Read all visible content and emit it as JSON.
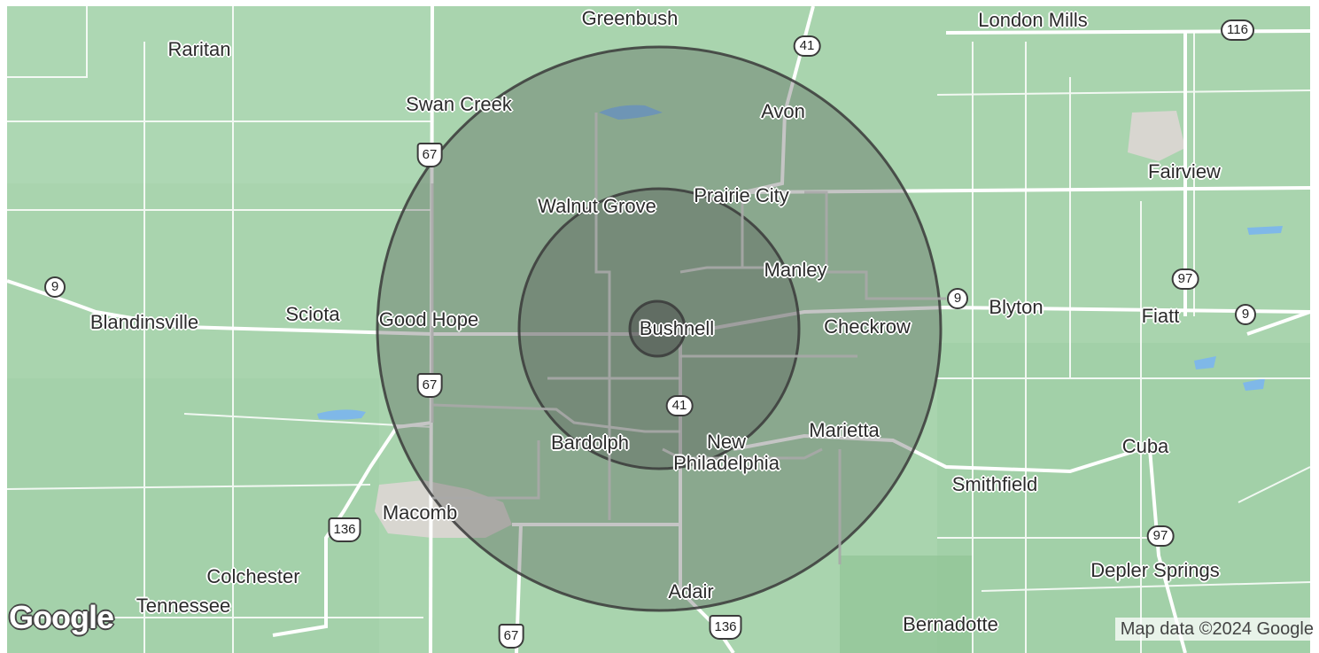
{
  "map": {
    "colors": {
      "land": "#a9d4ae",
      "road": "#ffffff",
      "water": "#7fb8e8",
      "urban": "#d8d6d0",
      "radius_fill": "#4a4a4a",
      "radius_stroke": "#3a3a3a"
    },
    "places": [
      {
        "name": "Greenbush"
      },
      {
        "name": "London Mills"
      },
      {
        "name": "Raritan"
      },
      {
        "name": "Swan Creek"
      },
      {
        "name": "Avon"
      },
      {
        "name": "Fairview"
      },
      {
        "name": "Walnut Grove"
      },
      {
        "name": "Prairie City"
      },
      {
        "name": "Manley"
      },
      {
        "name": "Blyton"
      },
      {
        "name": "Fiatt"
      },
      {
        "name": "Blandinsville"
      },
      {
        "name": "Sciota"
      },
      {
        "name": "Good Hope"
      },
      {
        "name": "Bushnell"
      },
      {
        "name": "Checkrow"
      },
      {
        "name": "Bardolph"
      },
      {
        "name": "New Philadelphia"
      },
      {
        "name": "Marietta"
      },
      {
        "name": "Cuba"
      },
      {
        "name": "Smithfield"
      },
      {
        "name": "Macomb"
      },
      {
        "name": "Colchester"
      },
      {
        "name": "Tennessee"
      },
      {
        "name": "Adair"
      },
      {
        "name": "Depler Springs"
      },
      {
        "name": "Bernadotte"
      }
    ],
    "shields": [
      {
        "label": "41",
        "type": "state"
      },
      {
        "label": "116",
        "type": "state"
      },
      {
        "label": "67",
        "type": "us"
      },
      {
        "label": "9",
        "type": "state"
      },
      {
        "label": "9",
        "type": "state"
      },
      {
        "label": "97",
        "type": "state"
      },
      {
        "label": "9",
        "type": "state"
      },
      {
        "label": "67",
        "type": "us"
      },
      {
        "label": "41",
        "type": "state"
      },
      {
        "label": "136",
        "type": "us"
      },
      {
        "label": "97",
        "type": "state"
      },
      {
        "label": "67",
        "type": "us"
      },
      {
        "label": "136",
        "type": "us"
      }
    ],
    "radius_rings": [
      "inner",
      "middle",
      "outer"
    ],
    "logo_text": "Google",
    "attribution": "Map data ©2024 Google"
  }
}
